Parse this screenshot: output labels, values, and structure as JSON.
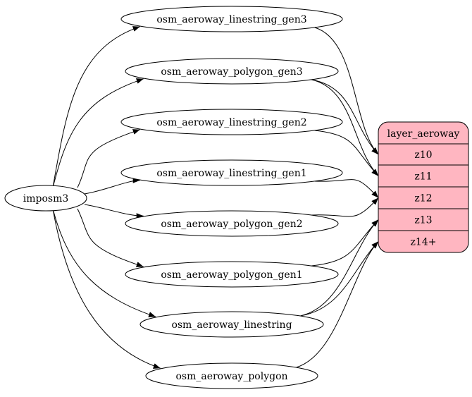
{
  "diagram": {
    "type": "graphviz-digraph",
    "colors": {
      "record_fill": "#ffb6c1",
      "stroke": "#000000",
      "background": "#ffffff"
    },
    "source": {
      "id": "imposm3",
      "label": "imposm3"
    },
    "tables": [
      {
        "id": "lg3",
        "label": "osm_aeroway_linestring_gen3"
      },
      {
        "id": "pg3",
        "label": "osm_aeroway_polygon_gen3"
      },
      {
        "id": "lg2",
        "label": "osm_aeroway_linestring_gen2"
      },
      {
        "id": "lg1",
        "label": "osm_aeroway_linestring_gen1"
      },
      {
        "id": "pg2",
        "label": "osm_aeroway_polygon_gen2"
      },
      {
        "id": "pg1",
        "label": "osm_aeroway_polygon_gen1"
      },
      {
        "id": "l",
        "label": "osm_aeroway_linestring"
      },
      {
        "id": "p",
        "label": "osm_aeroway_polygon"
      }
    ],
    "layer": {
      "label": "layer_aeroway",
      "fields": [
        "z10",
        "z11",
        "z12",
        "z13",
        "z14+"
      ]
    },
    "edges": [
      {
        "from": "imposm3",
        "to": "lg3"
      },
      {
        "from": "imposm3",
        "to": "pg3"
      },
      {
        "from": "imposm3",
        "to": "lg2"
      },
      {
        "from": "imposm3",
        "to": "lg1"
      },
      {
        "from": "imposm3",
        "to": "pg2"
      },
      {
        "from": "imposm3",
        "to": "pg1"
      },
      {
        "from": "imposm3",
        "to": "l"
      },
      {
        "from": "imposm3",
        "to": "p"
      },
      {
        "from": "lg3",
        "to": "z10"
      },
      {
        "from": "pg3",
        "to": "z10"
      },
      {
        "from": "pg3",
        "to": "z11"
      },
      {
        "from": "lg2",
        "to": "z11"
      },
      {
        "from": "lg1",
        "to": "z12"
      },
      {
        "from": "pg2",
        "to": "z12"
      },
      {
        "from": "pg1",
        "to": "z13"
      },
      {
        "from": "l",
        "to": "z13"
      },
      {
        "from": "l",
        "to": "z14+"
      },
      {
        "from": "p",
        "to": "z14+"
      }
    ]
  }
}
